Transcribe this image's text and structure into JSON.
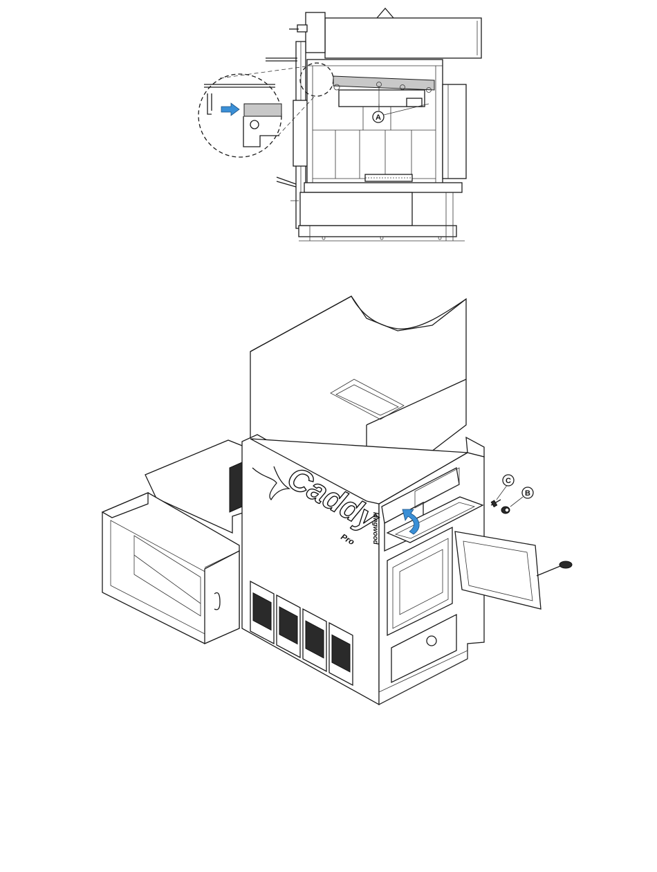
{
  "labels": {
    "a": "A",
    "b": "B",
    "c": "C"
  },
  "brand": {
    "name": "Caddy",
    "sub": "Pro",
    "maker": "kingwood"
  },
  "colors": {
    "arrow": "#3a8fd6",
    "line": "#1a1a1a",
    "fill_gray": "#c8c8c8"
  },
  "icons": {
    "push_arrow": "arrow-right-icon",
    "rotate_arrow": "curved-arrow-icon"
  }
}
